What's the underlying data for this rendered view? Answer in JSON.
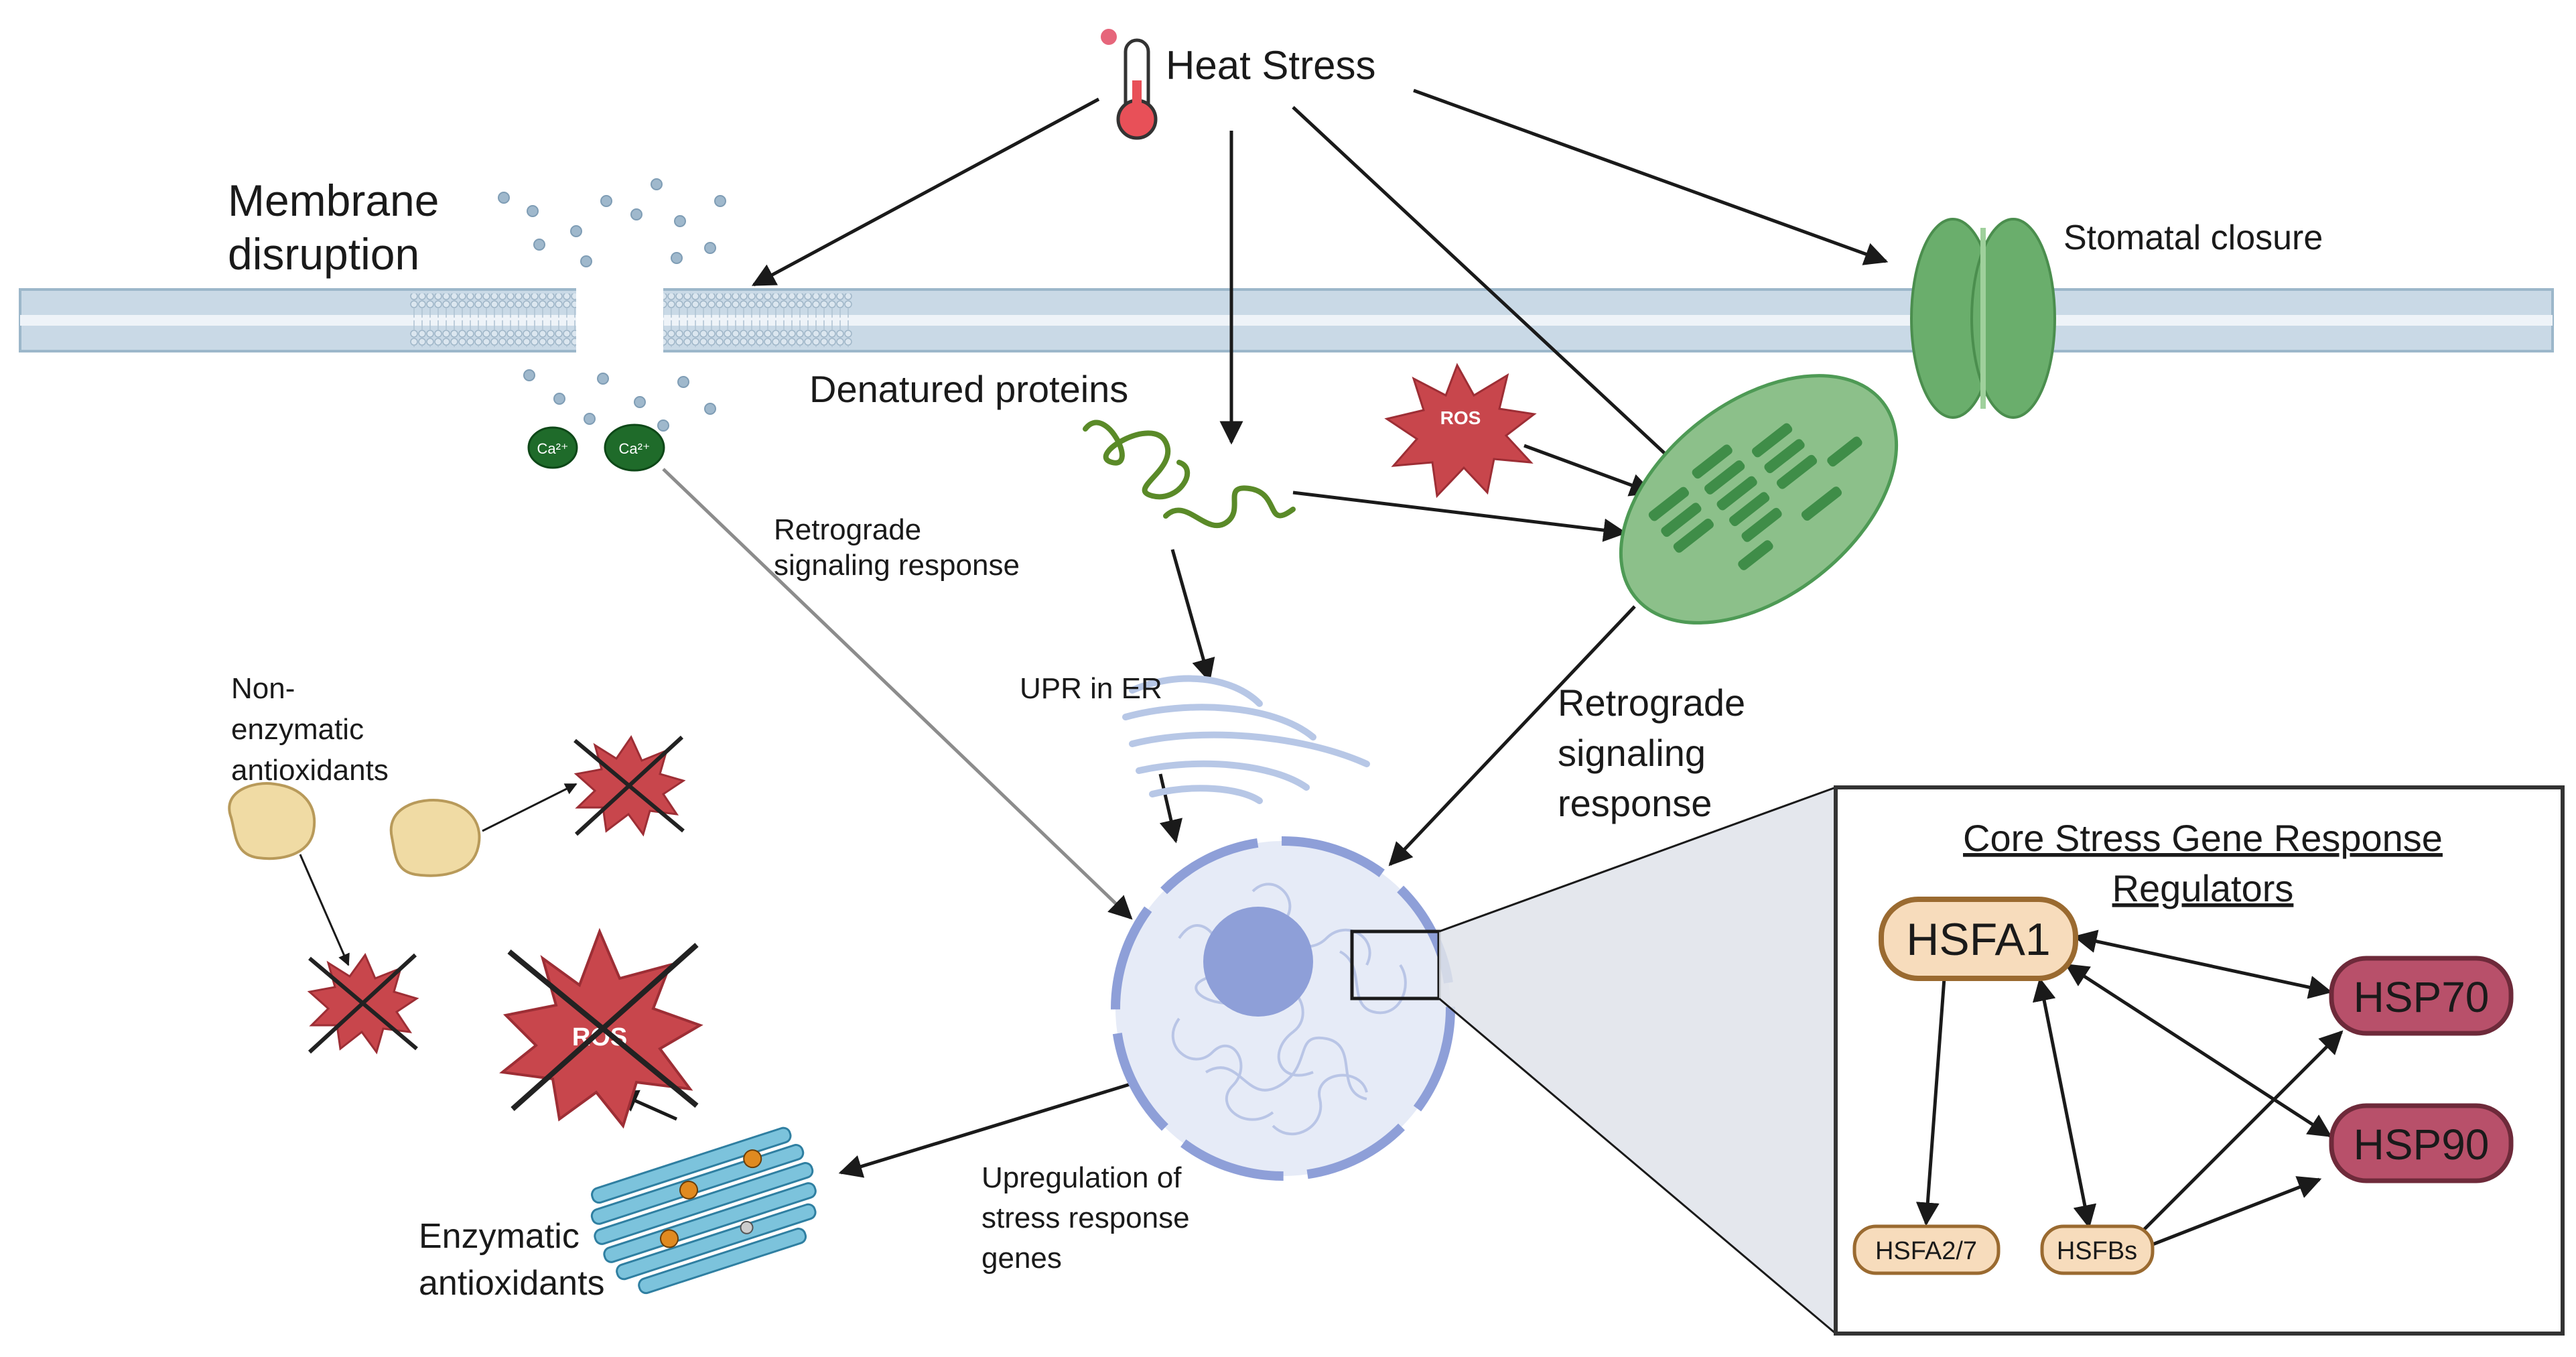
{
  "labels": {
    "heat_stress": "Heat Stress",
    "membrane_line1": "Membrane",
    "membrane_line2": "disruption",
    "stomatal": "Stomatal closure",
    "denatured": "Denatured proteins",
    "retro_small_line1": "Retrograde",
    "retro_small_line2": "signaling response",
    "upr": "UPR in ER",
    "retro_large_line1": "Retrograde",
    "retro_large_line2": "signaling",
    "retro_large_line3": "response",
    "nonenz_line1": "Non-",
    "nonenz_line2": "enzymatic",
    "nonenz_line3": "antioxidants",
    "enz_line1": "Enzymatic",
    "enz_line2": "antioxidants",
    "upreg_line1": "Upregulation of",
    "upreg_line2": "stress response",
    "upreg_line3": "genes",
    "ros": "ROS",
    "ros_large": "ROS",
    "ca1": "Ca²⁺",
    "ca2": "Ca²⁺"
  },
  "inset": {
    "title_line1": "Core Stress Gene Response",
    "title_line2": "Regulators",
    "hsfa1": "HSFA1",
    "hsp70": "HSP70",
    "hsp90": "HSP90",
    "hsfa27": "HSFA2/7",
    "hsfbs": "HSFBs"
  },
  "colors": {
    "membrane": "#bcd0de",
    "membrane_edge": "#8fb0c6",
    "ros_red": "#c8464c",
    "ros_dark": "#8f2b31",
    "chloroplast": "#8cc08a",
    "chloroplast_dark": "#3f8d48",
    "stomata": "#6aae6c",
    "calcium": "#1f6b2a",
    "protein": "#5a8a28",
    "nucleus": "#a9b8e2",
    "nucleolus": "#8e9fd8",
    "er": "#b7c7e6",
    "antioxidant": "#f0dba4",
    "antioxidant_edge": "#b89a5a",
    "hsfa1_fill": "#f7dcbc",
    "hsfa1_edge": "#9a6a30",
    "hsp_fill": "#b8506a",
    "hsp_edge": "#6e2a3a",
    "enzyme": "#7cc3dc",
    "inset_bg": "#dfe3ea"
  },
  "icons": [
    "thermometer-icon",
    "ros-burst-icon",
    "chloroplast-icon",
    "stomata-icon",
    "nucleus-icon",
    "endoplasmic-reticulum-icon",
    "enzyme-protein-icon",
    "antioxidant-blob-icon",
    "calcium-ion-icon",
    "denatured-protein-icon"
  ]
}
